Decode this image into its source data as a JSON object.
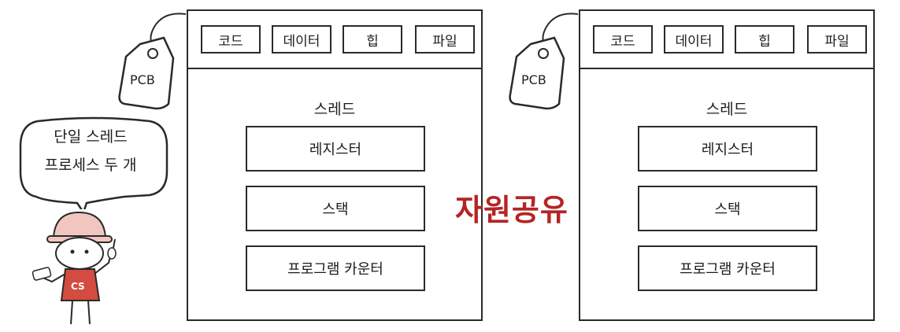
{
  "left_process": {
    "tag": "PCB",
    "segments": [
      "코드",
      "데이터",
      "힙",
      "파일"
    ],
    "thread_label": "스레드",
    "thread_items": [
      "레지스터",
      "스택",
      "프로그램 카운터"
    ]
  },
  "right_process": {
    "tag": "PCB",
    "segments": [
      "코드",
      "데이터",
      "힙",
      "파일"
    ],
    "thread_label": "스레드",
    "thread_items": [
      "레지스터",
      "스택",
      "프로그램 카운터"
    ]
  },
  "speech_bubble": {
    "line1": "단일 스레드",
    "line2": "프로세스 두 개"
  },
  "mascot": {
    "shirt_text": "CS"
  },
  "shared_note": {
    "text": "자원공유",
    "mark": "X",
    "color": "#b52424"
  }
}
